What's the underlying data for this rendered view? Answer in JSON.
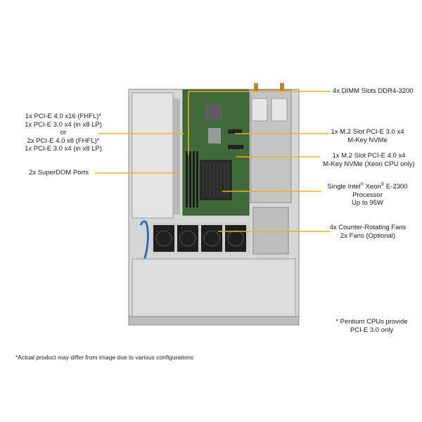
{
  "labels": {
    "pcie_left": {
      "lines": [
        "1x PCI-E 4.0 x16 (FHFL)*",
        "1x PCI-E 3.0 x4 (in x8 LP)",
        "or",
        "2x PCI-E 4.0 x8 (FHFL)*",
        "1x PCI-E 3.0 x4 (in x8 LP)"
      ]
    },
    "superdom": "2x SuperDOM Ports",
    "dimm": "4x DIMM Slots DDR4-3200",
    "m2_1": {
      "lines": [
        "1x M.2 Slot PCI-E 3.0 x4",
        "M-Key NVMe"
      ]
    },
    "m2_2": {
      "lines": [
        "1x M.2 Slot PCI-E 4.0 x4",
        "M-Key NVMe (Xeon CPU only)"
      ]
    },
    "cpu": {
      "line1_pre": "Single Intel",
      "reg": "®",
      "line1_mid": " Xeon",
      "line1_post": " E-2300",
      "line2": "Processor",
      "line3": "Up to 95W"
    },
    "fans": {
      "lines": [
        "4x Counter-Rotating Fans",
        "2x Fans (Optional)"
      ]
    },
    "pentium_note": {
      "lines": [
        "* Pentium CPUs provide",
        "PCI-E 3.0 only"
      ]
    }
  },
  "footnote": "*Actual product may differ from image due to various configurations",
  "colors": {
    "leader": "#f2b01e",
    "chassis": "#c9c9c9",
    "board": "#3f6a3a"
  }
}
